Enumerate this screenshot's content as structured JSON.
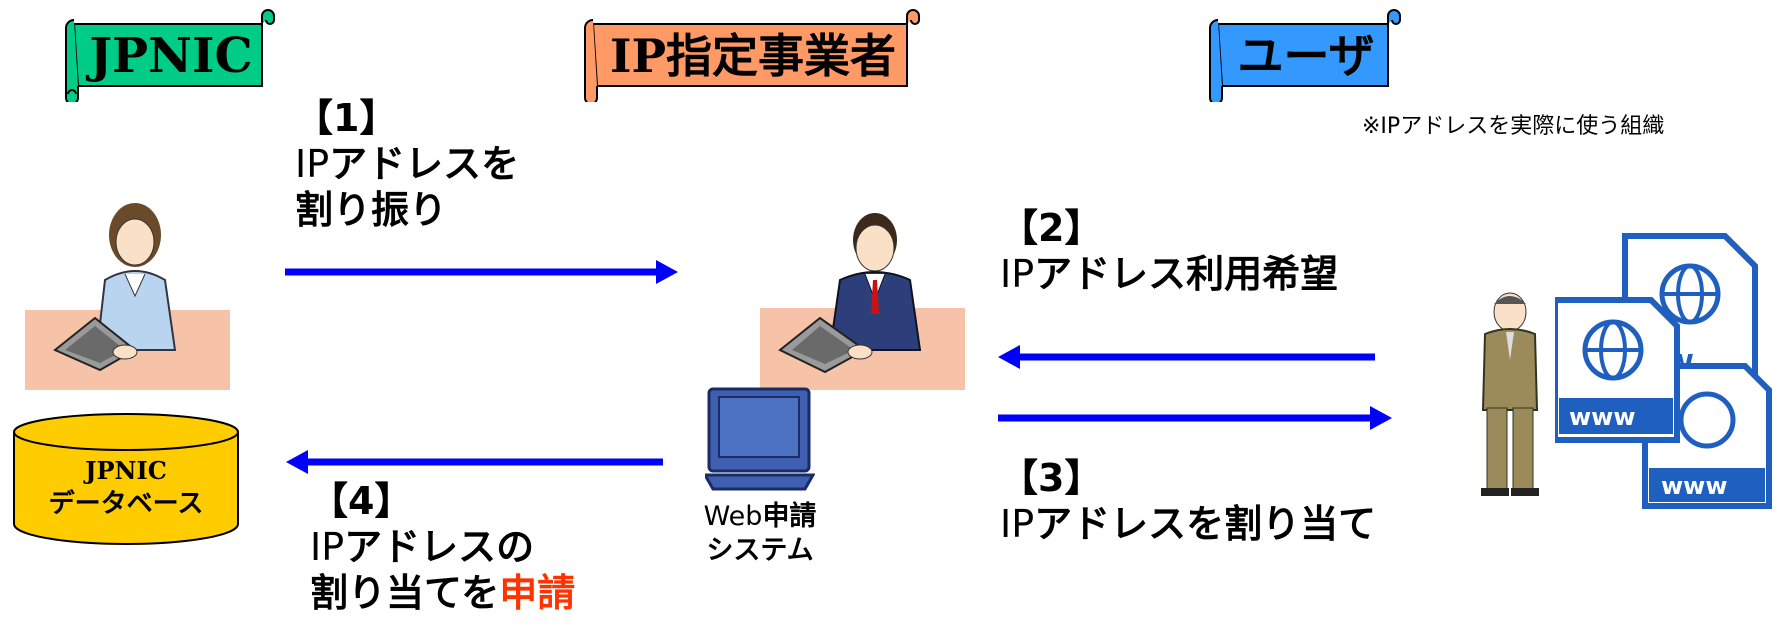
{
  "banners": {
    "jpnic": {
      "label": "JPNIC",
      "color": "#00cc88"
    },
    "lir": {
      "label": "IP指定事業者",
      "color": "#ff9966"
    },
    "user": {
      "label": "ユーザ",
      "color": "#3399ff"
    }
  },
  "user_note": "※IPアドレスを実際に使う組織",
  "database": {
    "line1": "JPNIC",
    "line2": "データベース",
    "color": "#ffcc00"
  },
  "web_system": {
    "line1_prefix": "Web",
    "line1_suffix": "申請",
    "line2": "システム"
  },
  "steps": {
    "s1": {
      "num": "【1】",
      "ip": "IP",
      "line1": "アドレスを",
      "line2": "割り振り"
    },
    "s2": {
      "num": "【2】",
      "ip": "IP",
      "line1": "アドレス利用希望"
    },
    "s3": {
      "num": "【3】",
      "ip": "IP",
      "line1": "アドレスを割り当て"
    },
    "s4": {
      "num": "【4】",
      "ip": "IP",
      "line1": "アドレスの",
      "line2": "割り当てを",
      "highlight": "申請"
    }
  },
  "arrow_color": "#0000ff",
  "highlight_color": "#ff3300"
}
